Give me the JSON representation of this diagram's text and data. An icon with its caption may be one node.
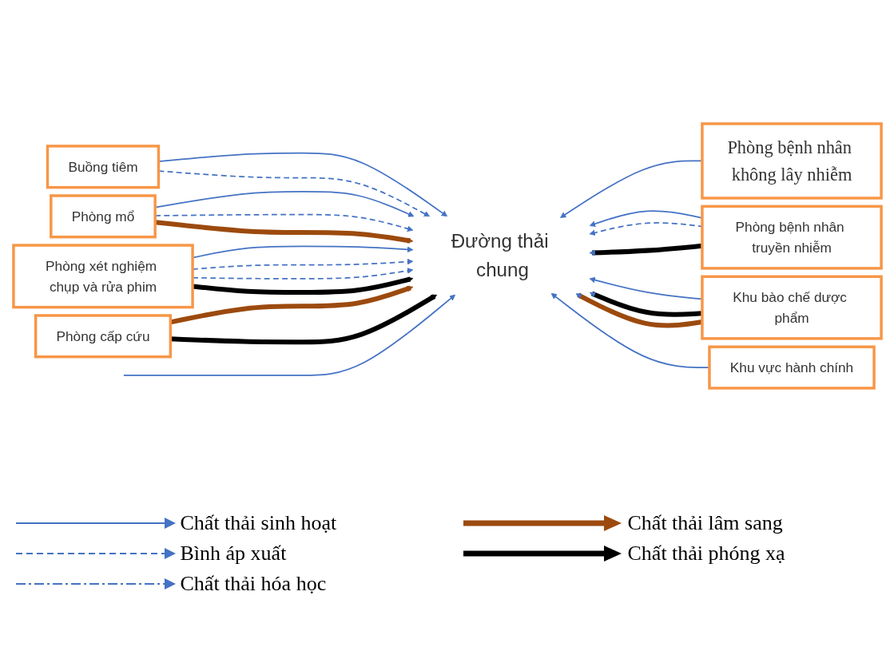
{
  "diagram": {
    "nodes": [
      {
        "text": [
          "Buồng tiêm"
        ]
      },
      {
        "text": [
          "Phòng mổ"
        ]
      },
      {
        "text": [
          "Phòng xét nghiệm chụp và rửa phim"
        ]
      },
      {
        "text": [
          "Phòng cấp cứu"
        ]
      },
      {
        "text": [
          "Phòng bệnh nhân không lây nhiễm"
        ]
      },
      {
        "text": [
          "Phòng bệnh nhân truyền nhiễm"
        ]
      },
      {
        "text": [
          "Khu bào chế dược phẩm"
        ]
      },
      {
        "text": [
          "Khu vực hành chính"
        ]
      },
      {
        "text": [
          "Đường thải chung"
        ]
      }
    ],
    "edges": [
      {
        "from": 0,
        "to": 8,
        "arrow": "to"
      },
      {
        "from": 0,
        "to": 8,
        "arrow": "to",
        "style": "dashed"
      },
      {
        "from": 4,
        "to": 8,
        "arrow": "to"
      },
      {
        "from": 1,
        "to": 8,
        "arrow": "to"
      },
      {
        "from": 5,
        "to": 8,
        "arrow": "to"
      },
      {
        "from": 1,
        "to": 8,
        "arrow": "to",
        "style": "dashed"
      },
      {
        "from": 5,
        "to": 8,
        "arrow": "to",
        "style": "dashed"
      },
      {
        "from": 1,
        "to": 8,
        "arrow": "to",
        "style": "thick",
        "color": "#9c4a0e"
      },
      {
        "from": 5,
        "to": 8,
        "arrow": "to",
        "style": "thick",
        "color": "#000000"
      },
      {
        "from": 2,
        "to": 8,
        "arrow": "to"
      },
      {
        "from": 6,
        "to": 8,
        "arrow": "to"
      },
      {
        "from": 2,
        "to": 8,
        "arrow": "to",
        "style": "dashed"
      },
      {
        "from": 6,
        "to": 8,
        "arrow": "to",
        "style": "thick",
        "color": "#000000"
      },
      {
        "from": 2,
        "to": 8,
        "arrow": "to",
        "style": "dashed"
      },
      {
        "from": 6,
        "to": 8,
        "arrow": "to",
        "style": "thick",
        "color": "#9c4a0e"
      },
      {
        "from": 2,
        "to": 8,
        "arrow": "to",
        "style": "thick",
        "color": "#000000"
      },
      {
        "from": 3,
        "to": 8,
        "arrow": "to",
        "style": "thick",
        "color": "#9c4a0e"
      },
      {
        "from": 3,
        "to": 8,
        "arrow": "to",
        "style": "thick",
        "color": "#000000"
      },
      {
        "from": 7,
        "to": 8,
        "arrow": "to"
      },
      {
        "from": null,
        "to": 8,
        "arrow": "to"
      }
    ],
    "legend": [
      {
        "text": "Chất thải sinh hoạt"
      },
      {
        "text": "Chất thải lâm sang"
      },
      {
        "text": "Bình áp xuất"
      },
      {
        "text": "Chất thải phóng xạ"
      },
      {
        "text": "Chất thải hóa học"
      }
    ]
  }
}
